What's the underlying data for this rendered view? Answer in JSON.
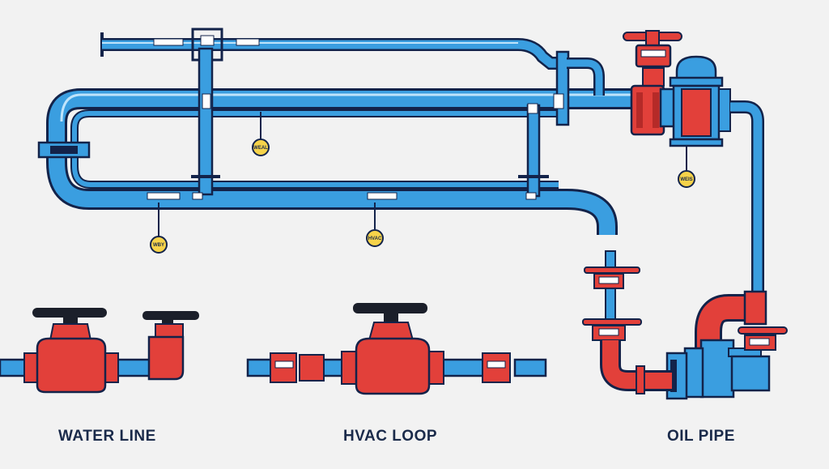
{
  "colors": {
    "background": "#f2f2f2",
    "pipe_fill": "#3a9ee0",
    "pipe_highlight": "#bfe4fb",
    "outline": "#13234a",
    "valve_red": "#e2403a",
    "valve_dark_red": "#b52a28",
    "handle_black": "#1b1f2a",
    "gauge_yellow": "#f6d34a",
    "label_white": "#ffffff"
  },
  "sections": [
    {
      "name": "water-line",
      "caption": "WATER LINE"
    },
    {
      "name": "hvac-loop",
      "caption": "HVAC LOOP"
    },
    {
      "name": "oil-pipe",
      "caption": "OIL PIPE"
    }
  ],
  "gauges": [
    {
      "label": "WEAL"
    },
    {
      "label": "WEIS"
    },
    {
      "label": "WBY"
    },
    {
      "label": "HVAC"
    }
  ],
  "icons": {
    "valve": "gate-valve-icon",
    "gauge": "pressure-gauge-icon",
    "flange": "pipe-flange-icon"
  }
}
